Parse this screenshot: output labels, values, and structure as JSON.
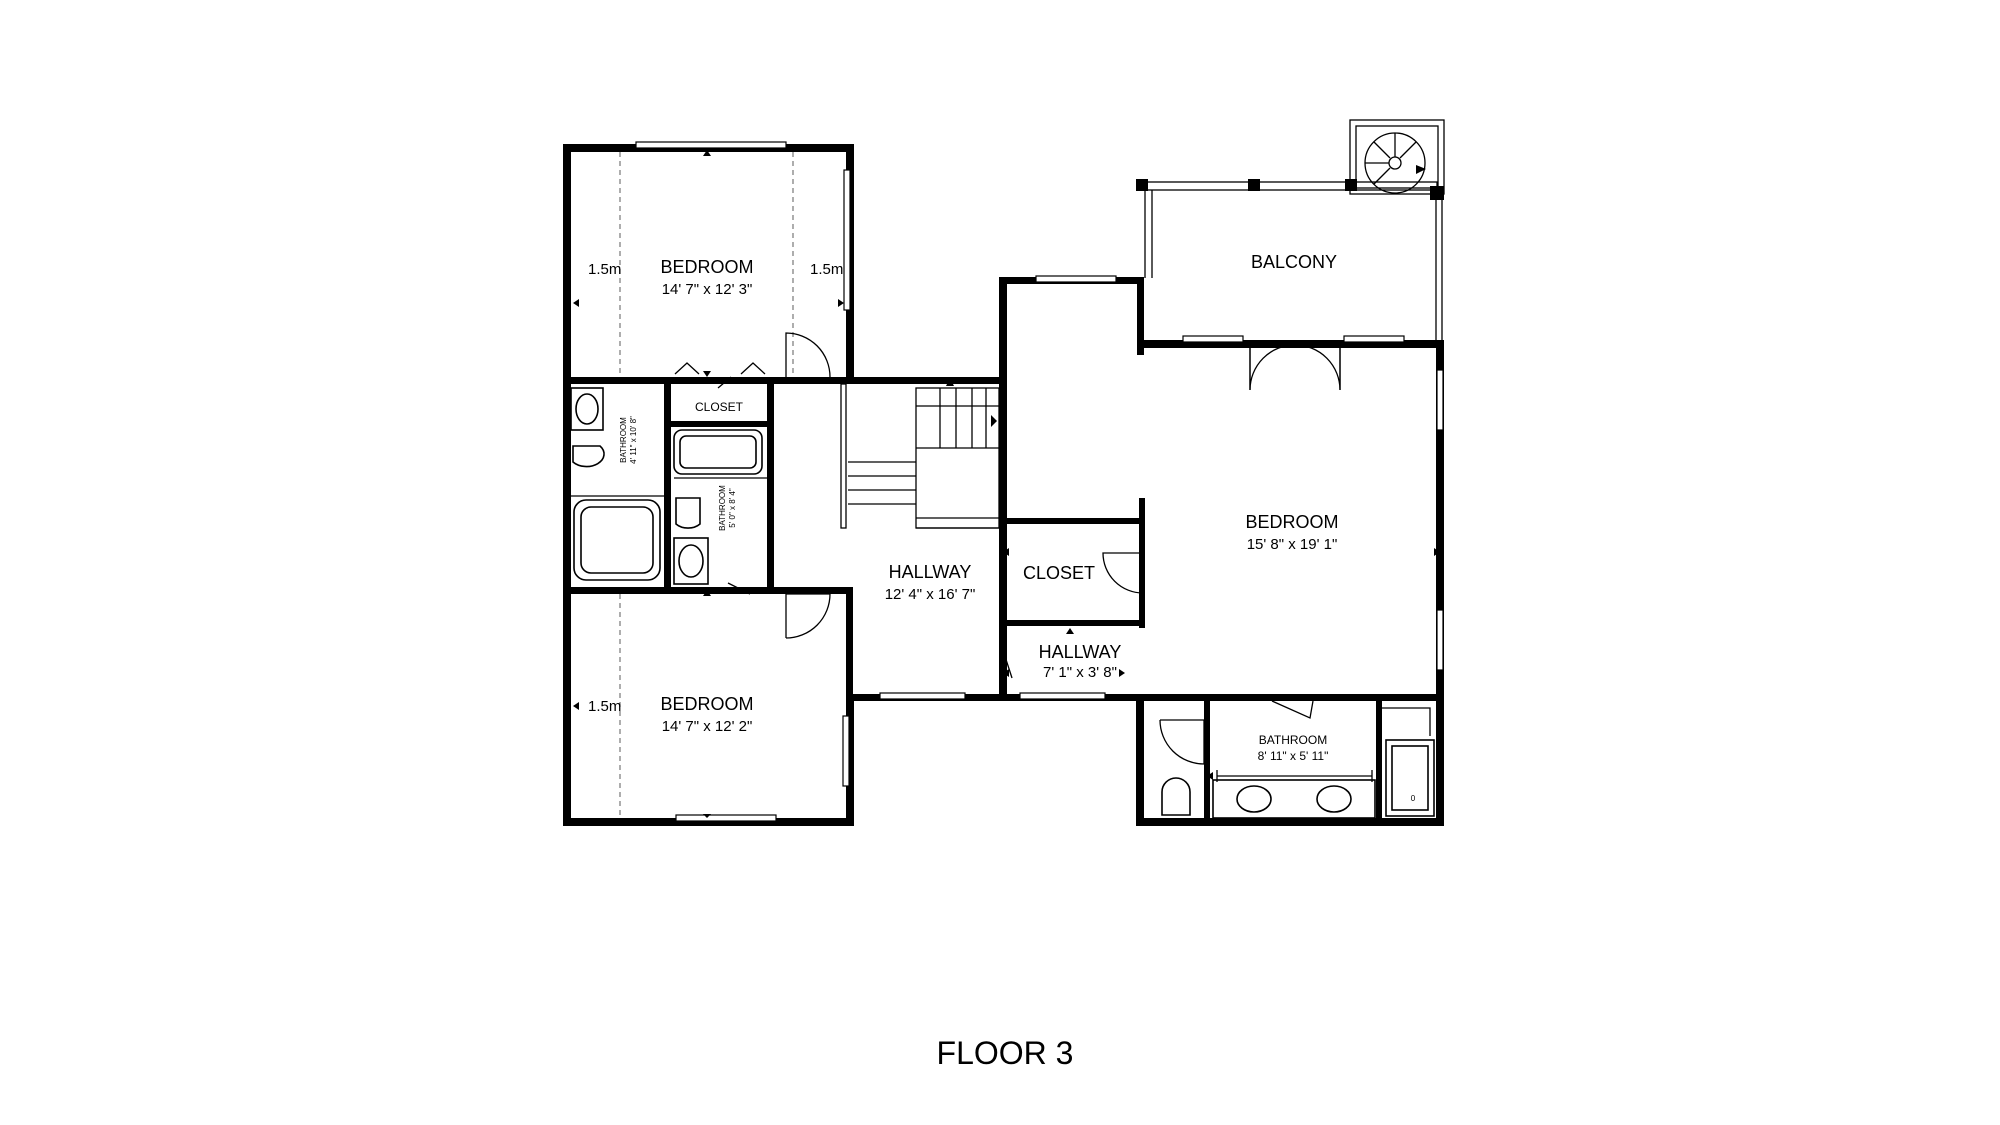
{
  "floor_label": "FLOOR 3",
  "rooms": {
    "bedroom_top": {
      "name": "BEDROOM",
      "size": "14' 7\" x 12' 3\""
    },
    "bedroom_bottom": {
      "name": "BEDROOM",
      "size": "14' 7\" x 12' 2\""
    },
    "bedroom_main": {
      "name": "BEDROOM",
      "size": "15' 8\" x 19' 1\""
    },
    "hallway_main": {
      "name": "HALLWAY",
      "size": "12' 4\" x 16' 7\""
    },
    "hallway_small": {
      "name": "HALLWAY",
      "size": "7' 1\" x 3' 8\""
    },
    "closet_small": {
      "name": "CLOSET"
    },
    "closet_main": {
      "name": "CLOSET"
    },
    "balcony": {
      "name": "BALCONY"
    },
    "bath_left": {
      "name": "BATHROOM",
      "size": "4' 11\" x 10' 8\""
    },
    "bath_mid": {
      "name": "BATHROOM",
      "size": "5' 0\" x 8' 4\""
    },
    "bath_right": {
      "name": "BATHROOM",
      "size": "8' 11\" x 5' 11\""
    }
  },
  "heights": {
    "top_left": "1.5m",
    "top_right": "1.5m",
    "bottom_left": "1.5m"
  },
  "shower_mark": "0"
}
